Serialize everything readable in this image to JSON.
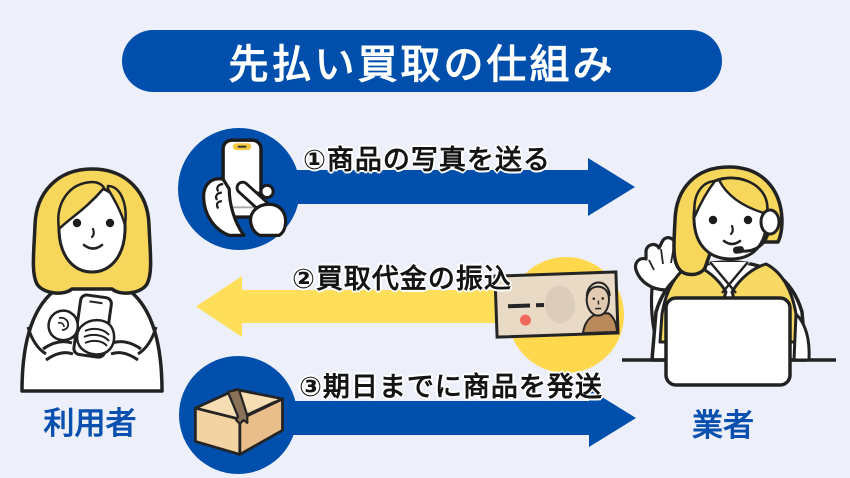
{
  "title": "先払い買取の仕組み",
  "actors": {
    "left": {
      "label": "利用者"
    },
    "right": {
      "label": "業者"
    }
  },
  "steps": [
    {
      "label": "①商品の写真を送る",
      "direction": "right",
      "color": "#004FAD",
      "icon": "smartphone-tap-icon"
    },
    {
      "label": "②買取代金の振込",
      "direction": "left",
      "color": "#FFDE59",
      "icon": "banknote-icon"
    },
    {
      "label": "③期日までに商品を発送",
      "direction": "right",
      "color": "#004FAD",
      "icon": "package-box-icon"
    }
  ],
  "colors": {
    "background": "#EDF0FA",
    "primary_blue": "#004FAD",
    "arrow_yellow": "#FFDE59",
    "circle_yellow": "#FFD84E",
    "actor_label_blue": "#0A50AE"
  }
}
